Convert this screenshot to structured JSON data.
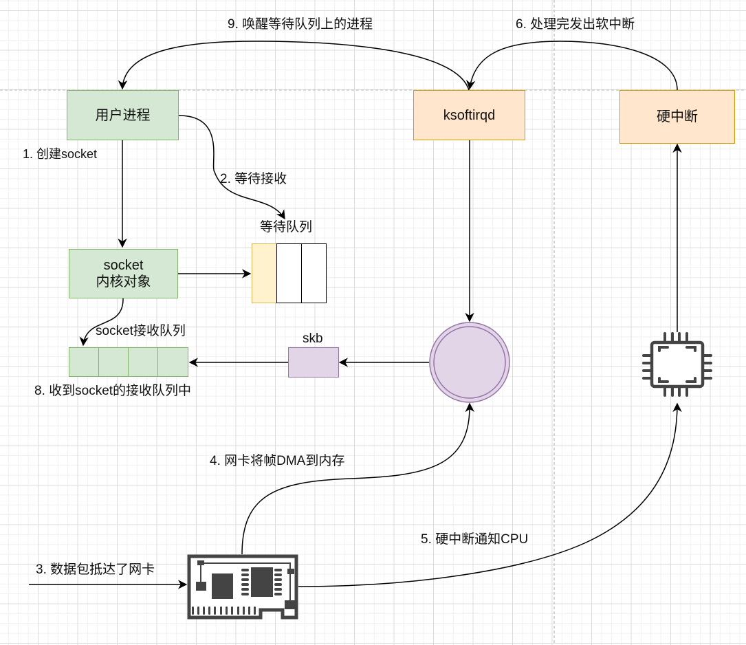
{
  "diagram": {
    "title": "Linux 网络包接收流程",
    "nodes": {
      "user_process": "用户进程",
      "socket_kernel_obj_line1": "socket",
      "socket_kernel_obj_line2": "内核对象",
      "ksoftirqd": "ksoftirqd",
      "hard_interrupt": "硬中断",
      "wait_queue_title": "等待队列",
      "recv_queue_title": "socket接收队列",
      "skb": "skb",
      "memory_ring": "memory-ring-buffer",
      "cpu": "cpu-chip",
      "nic": "network-card"
    },
    "steps": [
      {
        "id": 1,
        "text": "1. 创建socket"
      },
      {
        "id": 2,
        "text": "2. 等待接收"
      },
      {
        "id": 3,
        "text": "3. 数据包抵达了网卡"
      },
      {
        "id": 4,
        "text": "4. 网卡将帧DMA到内存"
      },
      {
        "id": 5,
        "text": "5. 硬中断通知CPU"
      },
      {
        "id": 6,
        "text": "6. 处理完发出软中断"
      },
      {
        "id": 8,
        "text": "8. 收到socket的接收队列中"
      },
      {
        "id": 9,
        "text": "9. 唤醒等待队列上的进程"
      }
    ],
    "wait_queue_cells": 3,
    "recv_queue_cells": 4,
    "colors": {
      "green_fill": "#d5e8d4",
      "green_stroke": "#82b366",
      "orange_fill": "#ffe6cc",
      "orange_stroke": "#d79b00",
      "purple_fill": "#e1d5e7",
      "purple_stroke": "#9673a6",
      "yellow_fill": "#fff2cc",
      "yellow_stroke": "#d6b656",
      "icon_gray": "#444444"
    }
  }
}
